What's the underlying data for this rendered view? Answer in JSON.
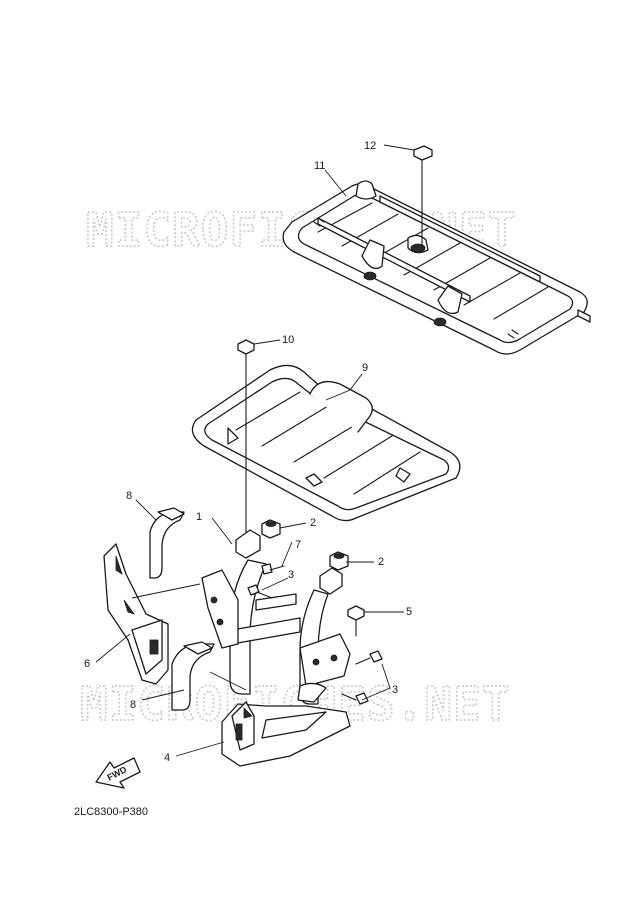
{
  "watermarks": [
    "MICROFICHES.NET",
    "MICROFICHES.NET"
  ],
  "callouts": {
    "c1": "1",
    "c2a": "2",
    "c2b": "2",
    "c3a": "3",
    "c3b": "3",
    "c4": "4",
    "c5": "5",
    "c6": "6",
    "c7": "7",
    "c8a": "8",
    "c8b": "8",
    "c9": "9",
    "c10": "10",
    "c11": "11",
    "c12": "12"
  },
  "fwd_label": "FWD",
  "diagram_code": "2LC8300-P380",
  "colors": {
    "line": "#1a1a1a",
    "watermark": "#c8c8c8",
    "background": "#ffffff"
  }
}
